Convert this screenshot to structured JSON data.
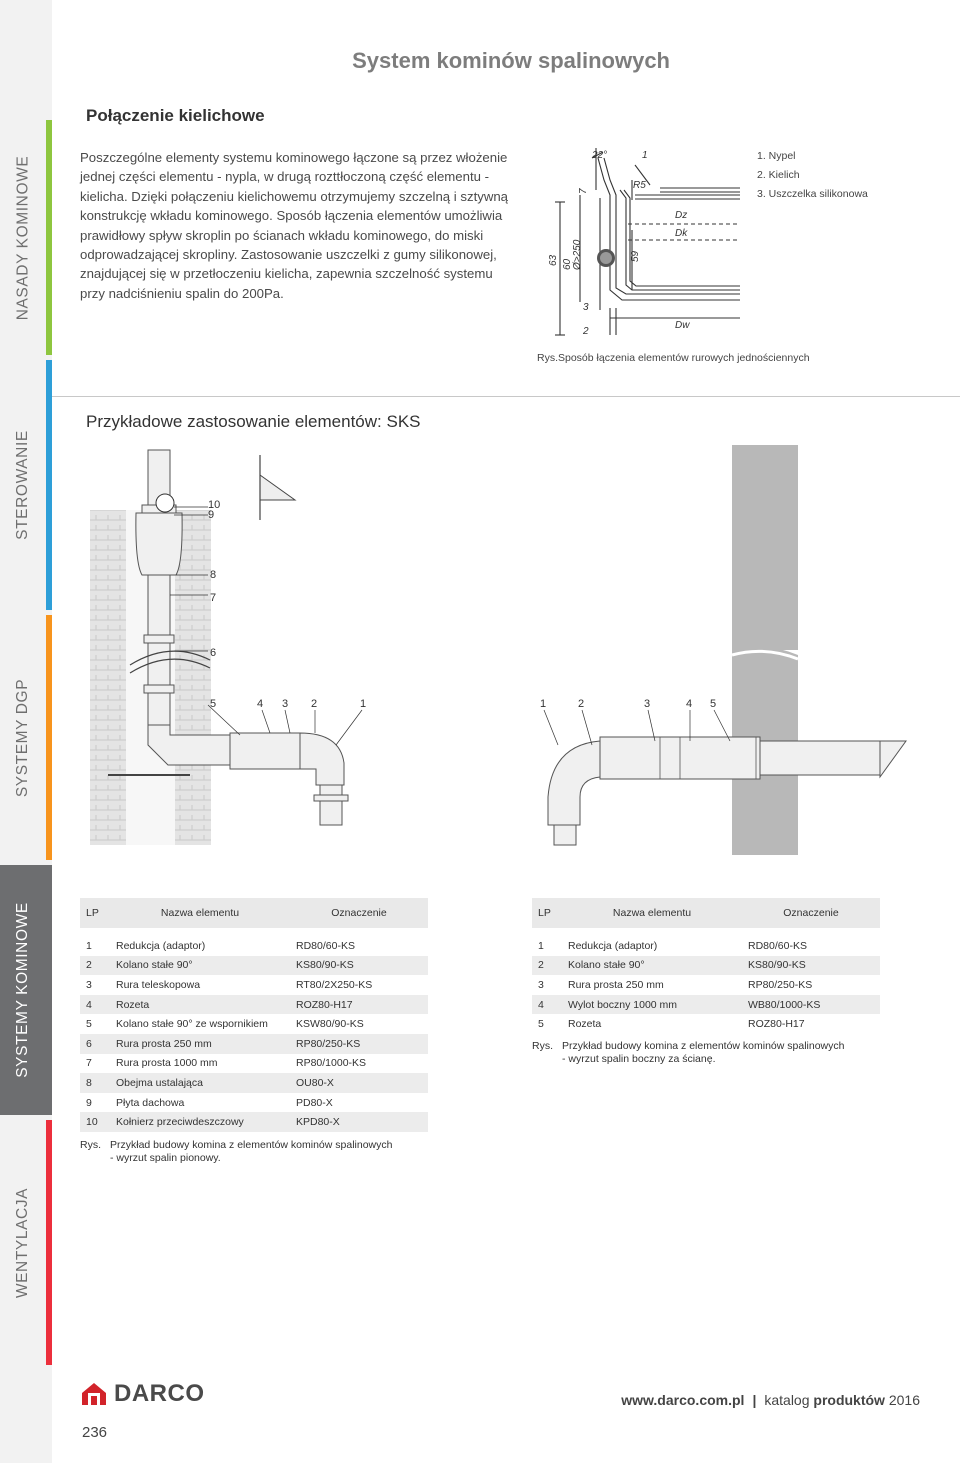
{
  "sidebar": {
    "sections": [
      {
        "label": "NASADY KOMINOWE",
        "bar_color": "#8ec63f",
        "active": false
      },
      {
        "label": "STEROWANIE",
        "bar_color": "#2e9fd8",
        "active": false
      },
      {
        "label": "SYSTEMY DGP",
        "bar_color": "#f7941d",
        "active": false
      },
      {
        "label": "SYSTEMY KOMINOWE",
        "bar_color": "#6d6e70",
        "active": true
      },
      {
        "label": "WENTYLACJA",
        "bar_color": "#ec2f3c",
        "active": false
      }
    ]
  },
  "page_title": "System kominów spalinowych",
  "section1": {
    "title": "Połączenie kielichowe",
    "paragraph": "Poszczególne elementy systemu kominowego łączone są przez włożenie jednej części elementu - nypla, w drugą rozttłoczoną część elementu - kielicha. Dzięki połączeniu kielichowemu otrzymujemy szczelną i sztywną konstrukcję wkładu kominowego. Sposób łączenia elementów umożliwia prawidłowy spływ skroplin po ścianach wkładu kominowego, do miski odprowadzającej skropliny. Zastosowanie uszczelki z gumy silikonowej, znajdującej się w przetłoczeniu kielicha, zapewnia szczelność systemu przy nadciśnieniu spalin do 200Pa.",
    "legend": [
      "1. Nypel",
      "2. Kielich",
      "3. Uszczelka silikonowa"
    ],
    "caption": "Rys.Sposób łączenia elementów rurowych jednościennych",
    "diagram_labels": {
      "angle": "22°",
      "r": "R5",
      "one": "1",
      "seven": "7",
      "dz": "Dz",
      "dk": "Dk",
      "dw": "Dw",
      "d63": "63",
      "d60": "60",
      "d250": "Ø>250",
      "d59": "59",
      "three": "3",
      "two": "2"
    }
  },
  "section2": {
    "title": "Przykładowe zastosowanie elementów: SKS",
    "left_callouts": [
      "10",
      "9",
      "8",
      "7",
      "6",
      "5",
      "4",
      "3",
      "2",
      "1"
    ],
    "right_callouts": [
      "1",
      "2",
      "3",
      "4",
      "5"
    ]
  },
  "table_headers": {
    "lp": "LP",
    "name": "Nazwa elementu",
    "code": "Oznaczenie"
  },
  "table_left": [
    {
      "lp": "1",
      "name": "Redukcja (adaptor)",
      "code": "RD80/60-KS"
    },
    {
      "lp": "2",
      "name": "Kolano stałe 90°",
      "code": "KS80/90-KS"
    },
    {
      "lp": "3",
      "name": "Rura teleskopowa",
      "code": "RT80/2X250-KS"
    },
    {
      "lp": "4",
      "name": "Rozeta",
      "code": "ROZ80-H17"
    },
    {
      "lp": "5",
      "name": "Kolano stałe 90° ze wspornikiem",
      "code": "KSW80/90-KS"
    },
    {
      "lp": "6",
      "name": "Rura prosta 250 mm",
      "code": "RP80/250-KS"
    },
    {
      "lp": "7",
      "name": "Rura prosta 1000 mm",
      "code": "RP80/1000-KS"
    },
    {
      "lp": "8",
      "name": "Obejma ustalająca",
      "code": "OU80-X"
    },
    {
      "lp": "9",
      "name": "Płyta dachowa",
      "code": "PD80-X"
    },
    {
      "lp": "10",
      "name": "Kołnierz przeciwdeszczowy",
      "code": "KPD80-X"
    }
  ],
  "table_right": [
    {
      "lp": "1",
      "name": "Redukcja (adaptor)",
      "code": "RD80/60-KS"
    },
    {
      "lp": "2",
      "name": "Kolano stałe 90°",
      "code": "KS80/90-KS"
    },
    {
      "lp": "3",
      "name": "Rura prosta 250 mm",
      "code": "RP80/250-KS"
    },
    {
      "lp": "4",
      "name": "Wylot boczny 1000 mm",
      "code": "WB80/1000-KS"
    },
    {
      "lp": "5",
      "name": "Rozeta",
      "code": "ROZ80-H17"
    }
  ],
  "caption_left": {
    "prefix": "Rys.",
    "line1": "Przykład budowy komina z elementów kominów spalinowych",
    "line2": "- wyrzut spalin pionowy."
  },
  "caption_right": {
    "prefix": "Rys.",
    "line1": "Przykład budowy komina z elementów kominów spalinowych",
    "line2": "- wyrzut spalin boczny za ścianę."
  },
  "footer": {
    "logo_text": "DARCO",
    "page_number": "236",
    "url": "www.darco.com.pl",
    "separator": "|",
    "catalog_prefix": "katalog",
    "catalog_bold": "produktów",
    "catalog_year": "2016"
  },
  "icons": {
    "logo": "darco-house-logo-icon"
  }
}
